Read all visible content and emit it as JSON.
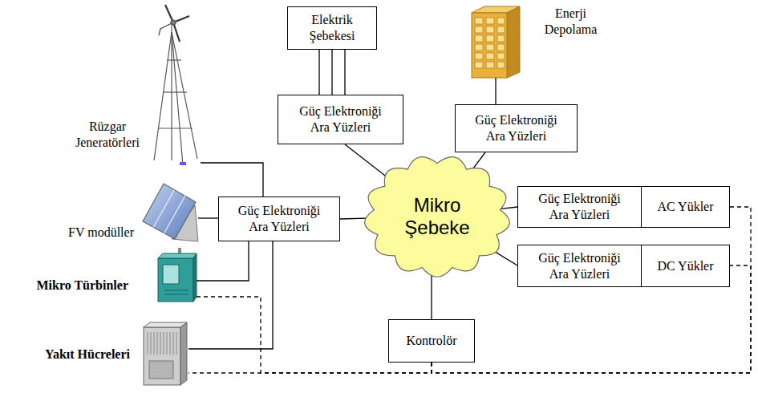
{
  "diagram": {
    "nodes": [
      {
        "text": [
          "Elektrik Şebekesi"
        ]
      },
      {
        "text": [
          "Enerji Depolama"
        ]
      },
      {
        "text": [
          "Güç Elektroniği Ara Yüzleri"
        ]
      },
      {
        "text": [
          "Güç Elektroniği Ara Yüzleri"
        ]
      },
      {
        "text": [
          "Rüzgar Jeneratörleri"
        ]
      },
      {
        "text": [
          "Mikro Şebeke"
        ]
      },
      {
        "text": [
          "FV modüller"
        ]
      },
      {
        "text": [
          "Güç Elektroniği Ara Yüzleri"
        ]
      },
      {
        "text": [
          "Güç Elektroniği Ara Yüzleri"
        ]
      },
      {
        "text": [
          "AC Yükler"
        ]
      },
      {
        "text": [
          "Mikro Türbinler"
        ]
      },
      {
        "text": [
          "Güç Elektroniği Ara Yüzleri"
        ]
      },
      {
        "text": [
          "DC Yükler"
        ]
      },
      {
        "text": [
          "Yakıt Hücreleri"
        ]
      },
      {
        "text": [
          "Kontrolör"
        ]
      }
    ],
    "edges": [
      {
        "from": 0,
        "to": 2,
        "arrow": "none"
      },
      {
        "from": 1,
        "to": 3,
        "arrow": "none"
      },
      {
        "from": 2,
        "to": 5,
        "arrow": "none"
      },
      {
        "from": 3,
        "to": 5,
        "arrow": "none"
      },
      {
        "from": 4,
        "to": 7,
        "arrow": "none"
      },
      {
        "from": 6,
        "to": 7,
        "arrow": "none"
      },
      {
        "from": 10,
        "to": 7,
        "arrow": "none"
      },
      {
        "from": 13,
        "to": 7,
        "arrow": "none"
      },
      {
        "from": 7,
        "to": 5,
        "arrow": "none"
      },
      {
        "from": 5,
        "to": 8,
        "arrow": "none"
      },
      {
        "from": 5,
        "to": 11,
        "arrow": "none"
      },
      {
        "from": 5,
        "to": 14,
        "arrow": "none"
      },
      {
        "from": 14,
        "to": 10,
        "arrow": "none"
      },
      {
        "from": 14,
        "to": 13,
        "arrow": "none"
      },
      {
        "from": 14,
        "to": 9,
        "arrow": "none"
      },
      {
        "from": 14,
        "to": 12,
        "arrow": "none"
      }
    ]
  }
}
